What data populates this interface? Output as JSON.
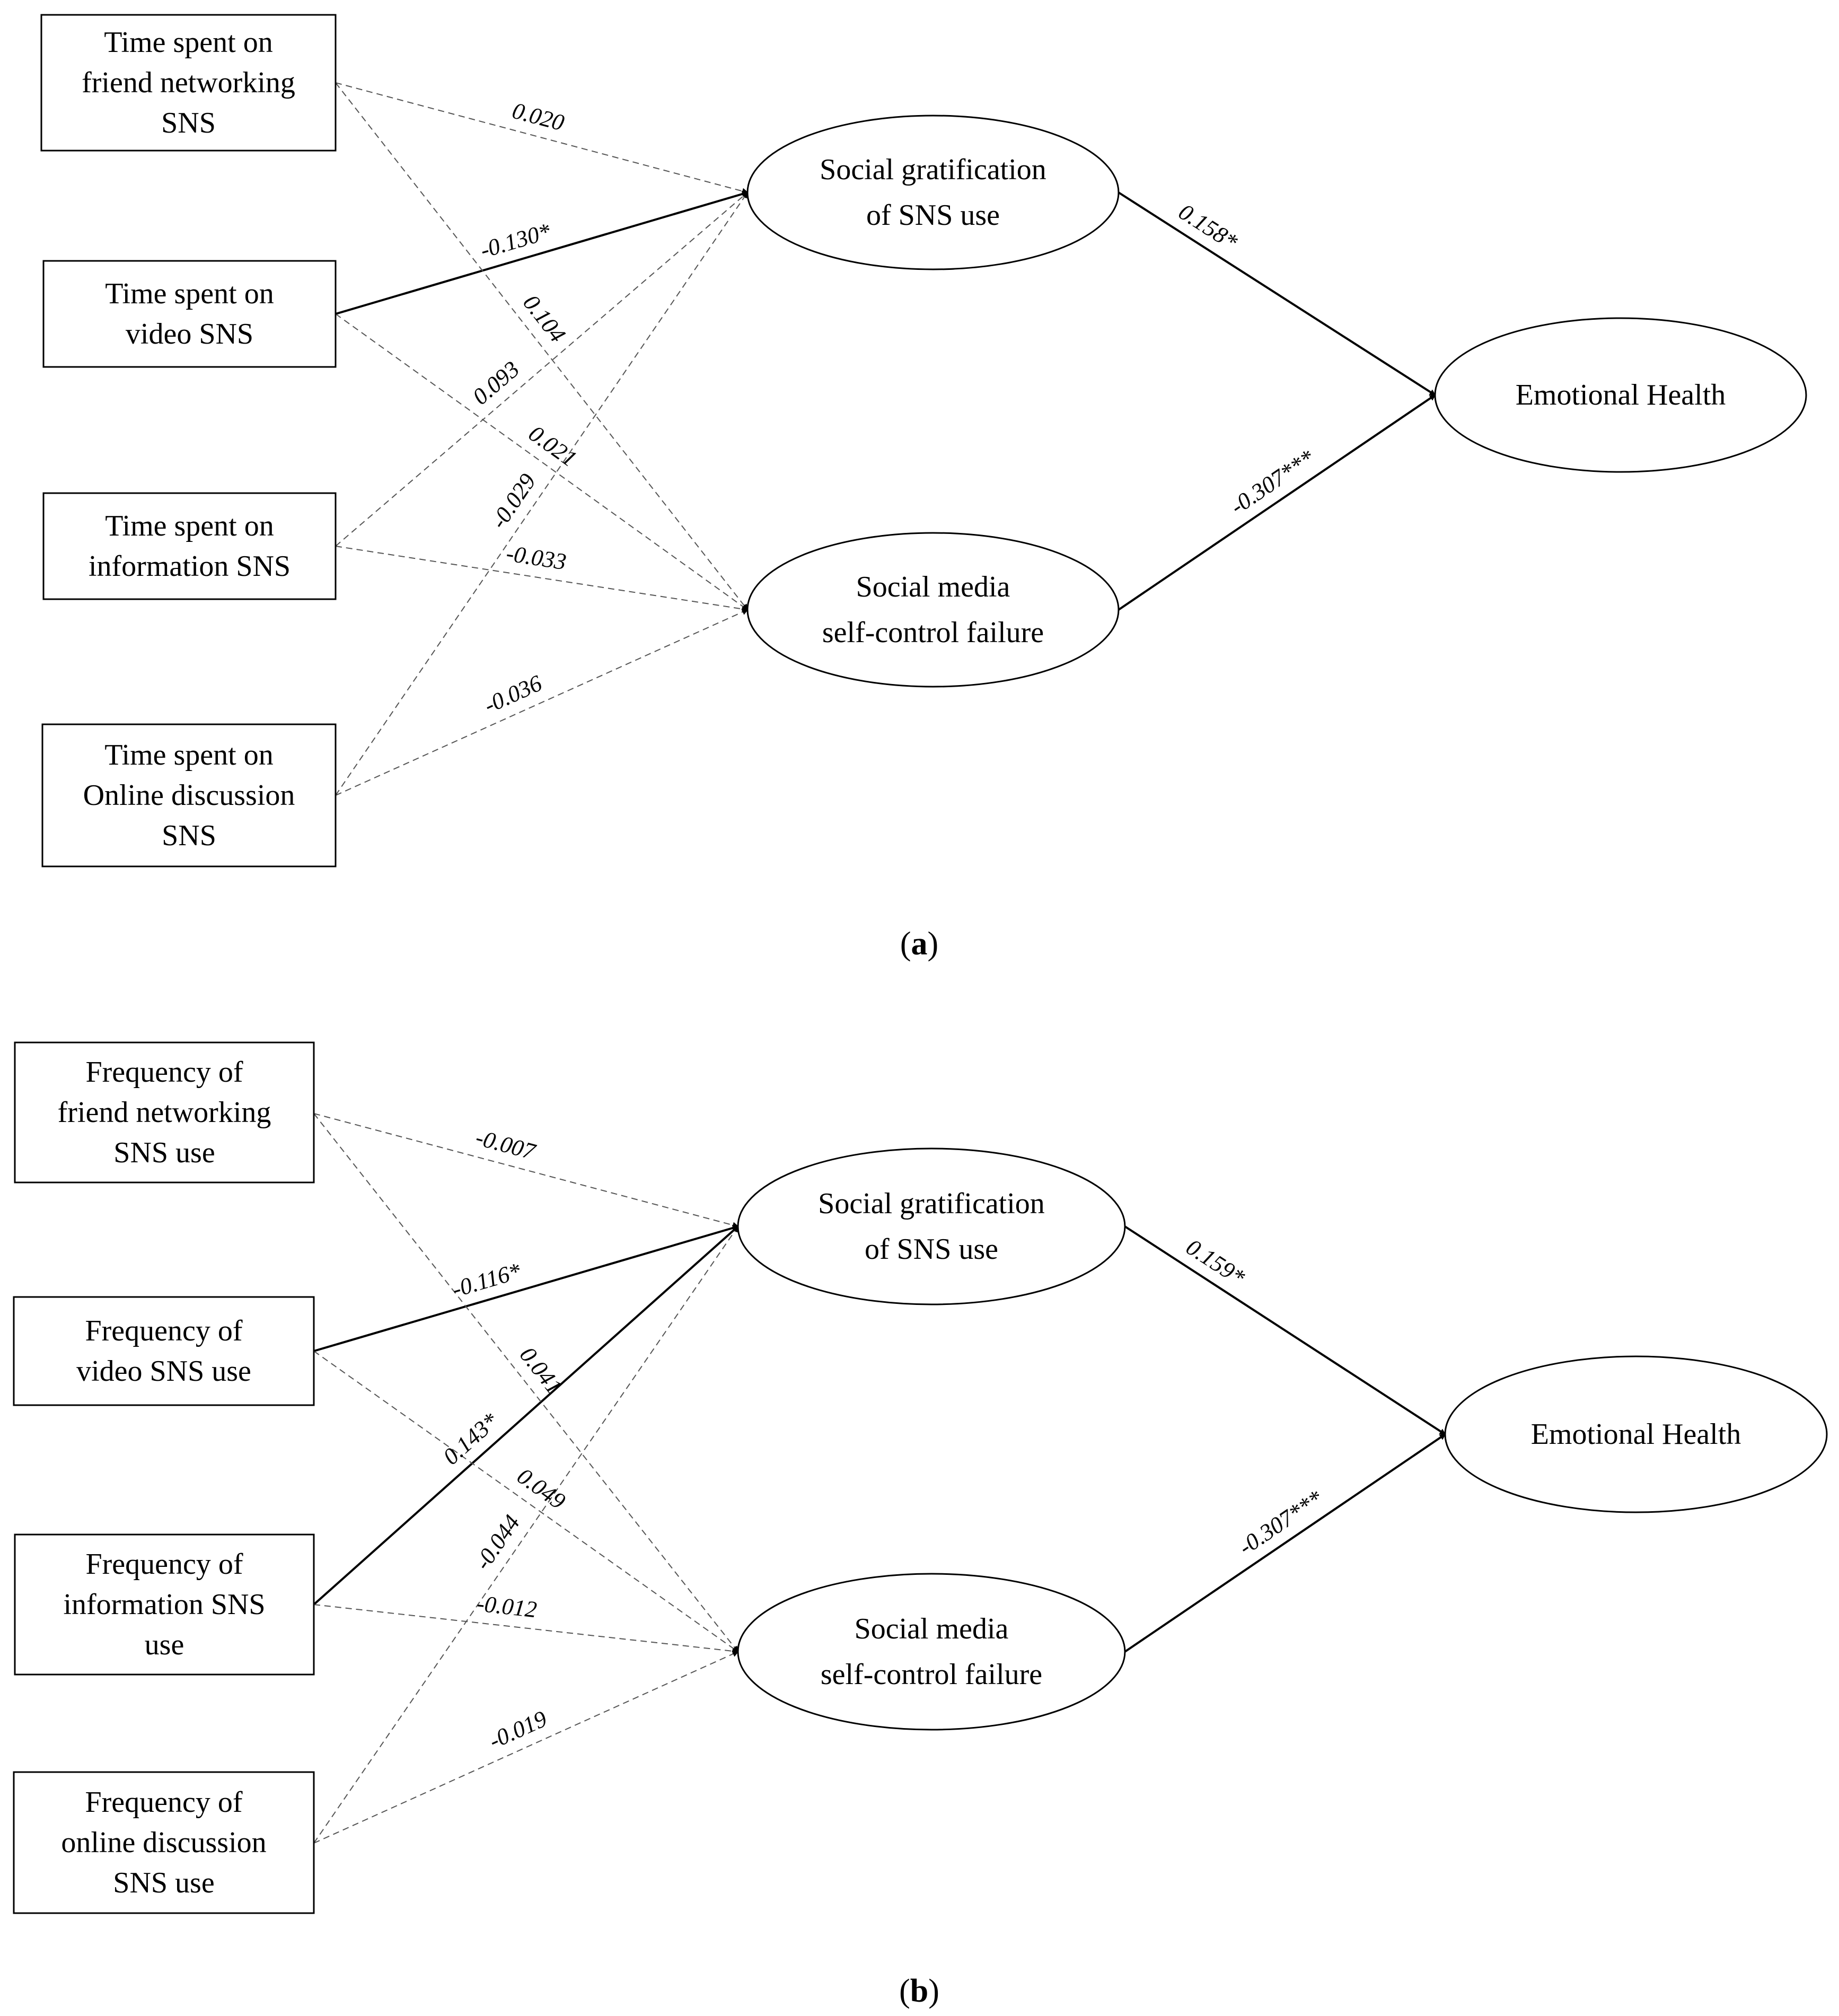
{
  "panels": [
    {
      "id": "a",
      "caption_letter": "a",
      "predictors": [
        {
          "id": "fn",
          "lines": [
            "Time spent on",
            "friend networking",
            "SNS"
          ]
        },
        {
          "id": "vid",
          "lines": [
            "Time spent on",
            "video SNS"
          ]
        },
        {
          "id": "info",
          "lines": [
            "Time spent on",
            "information SNS"
          ]
        },
        {
          "id": "disc",
          "lines": [
            "Time spent on",
            "Online discussion",
            "SNS"
          ]
        }
      ],
      "mediators": [
        {
          "id": "sg",
          "lines": [
            "Social gratification",
            "of SNS use"
          ]
        },
        {
          "id": "scf",
          "lines": [
            "Social media",
            "self-control failure"
          ]
        }
      ],
      "outcome": {
        "id": "eh",
        "lines": [
          "Emotional Health"
        ]
      },
      "paths": [
        {
          "from": "fn",
          "to": "sg",
          "coef": "0.020",
          "significant": false
        },
        {
          "from": "vid",
          "to": "sg",
          "coef": "-0.130*",
          "significant": true
        },
        {
          "from": "info",
          "to": "sg",
          "coef": "0.093",
          "significant": false
        },
        {
          "from": "disc",
          "to": "sg",
          "coef": "-0.029",
          "significant": false
        },
        {
          "from": "fn",
          "to": "scf",
          "coef": "0.104",
          "significant": false
        },
        {
          "from": "vid",
          "to": "scf",
          "coef": "0.021",
          "significant": false
        },
        {
          "from": "info",
          "to": "scf",
          "coef": "-0.033",
          "significant": false
        },
        {
          "from": "disc",
          "to": "scf",
          "coef": "-0.036",
          "significant": false
        },
        {
          "from": "sg",
          "to": "eh",
          "coef": "0.158*",
          "significant": true
        },
        {
          "from": "scf",
          "to": "eh",
          "coef": "-0.307***",
          "significant": true
        }
      ]
    },
    {
      "id": "b",
      "caption_letter": "b",
      "predictors": [
        {
          "id": "fn",
          "lines": [
            "Frequency of",
            "friend networking",
            "SNS use"
          ]
        },
        {
          "id": "vid",
          "lines": [
            "Frequency of",
            "video SNS use"
          ]
        },
        {
          "id": "info",
          "lines": [
            "Frequency of",
            "information SNS",
            "use"
          ]
        },
        {
          "id": "disc",
          "lines": [
            "Frequency of",
            "online discussion",
            "SNS use"
          ]
        }
      ],
      "mediators": [
        {
          "id": "sg",
          "lines": [
            "Social gratification",
            "of SNS use"
          ]
        },
        {
          "id": "scf",
          "lines": [
            "Social media",
            "self-control failure"
          ]
        }
      ],
      "outcome": {
        "id": "eh",
        "lines": [
          "Emotional Health"
        ]
      },
      "paths": [
        {
          "from": "fn",
          "to": "sg",
          "coef": "-0.007",
          "significant": false
        },
        {
          "from": "vid",
          "to": "sg",
          "coef": "-0.116*",
          "significant": true
        },
        {
          "from": "info",
          "to": "sg",
          "coef": "0.143*",
          "significant": true
        },
        {
          "from": "disc",
          "to": "sg",
          "coef": "-0.044",
          "significant": false
        },
        {
          "from": "fn",
          "to": "scf",
          "coef": "0.041",
          "significant": false
        },
        {
          "from": "vid",
          "to": "scf",
          "coef": "0.049",
          "significant": false
        },
        {
          "from": "info",
          "to": "scf",
          "coef": "-0.012",
          "significant": false
        },
        {
          "from": "disc",
          "to": "scf",
          "coef": "-0.019",
          "significant": false
        },
        {
          "from": "sg",
          "to": "eh",
          "coef": "0.159*",
          "significant": true
        },
        {
          "from": "scf",
          "to": "eh",
          "coef": "-0.307***",
          "significant": true
        }
      ]
    }
  ]
}
